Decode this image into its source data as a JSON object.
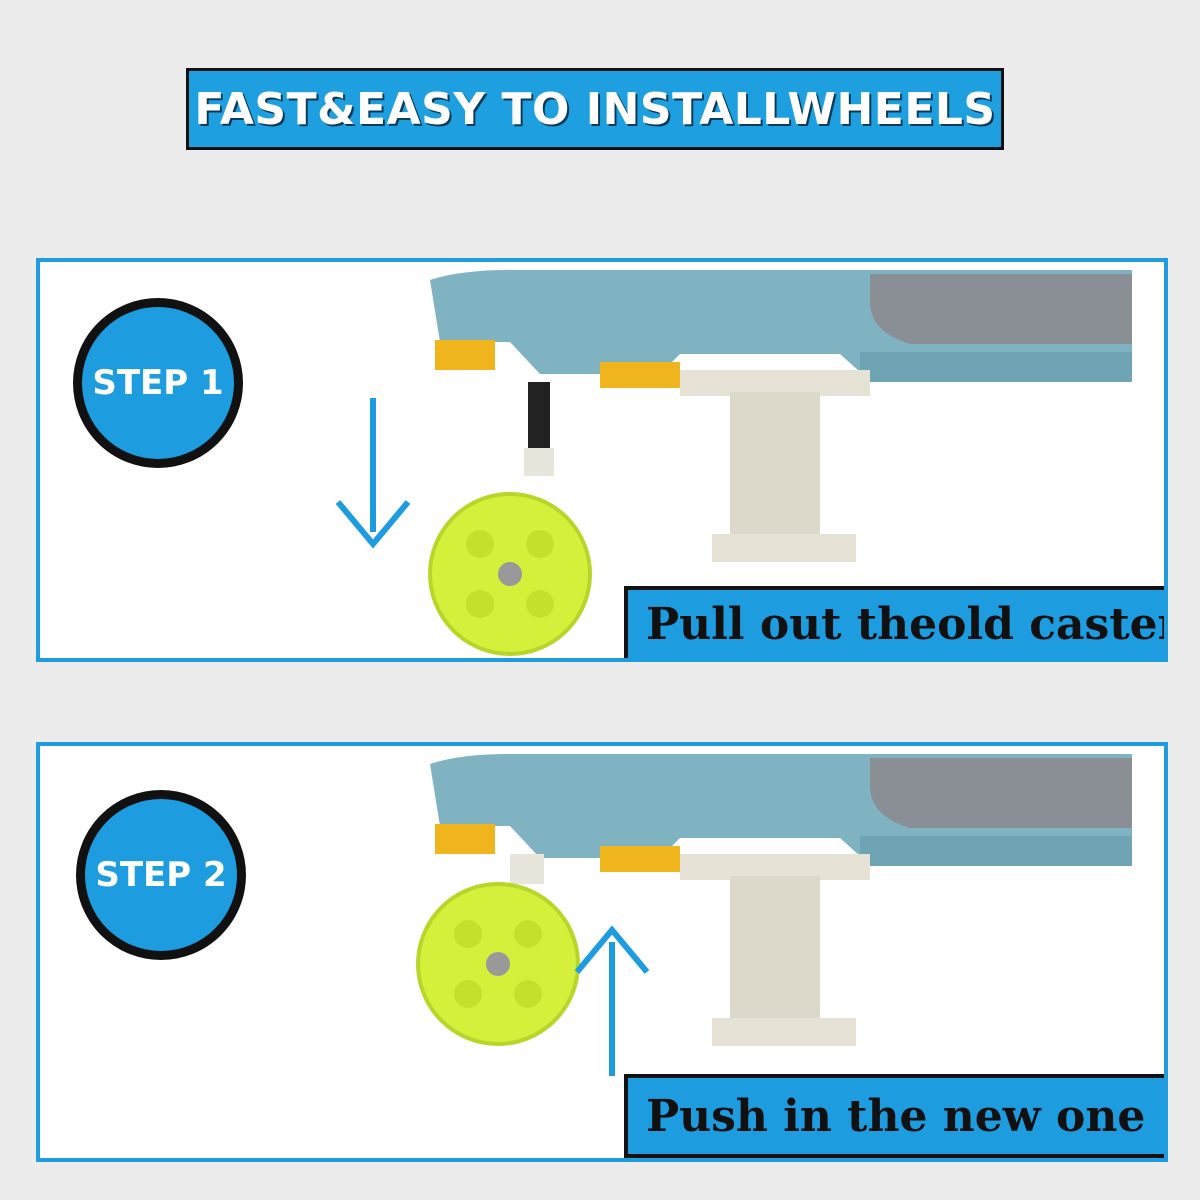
{
  "header": {
    "title": "FAST&EASY TO INSTALLWHEELS"
  },
  "steps": [
    {
      "label": "STEP 1",
      "caption": "Pull out theold caster",
      "arrow": "down-arrow"
    },
    {
      "label": "STEP 2",
      "caption": "Push in the new one",
      "arrow": "up-arrow"
    }
  ],
  "colors": {
    "accent": "#1e9ce0",
    "background": "#ececec",
    "wheel": "#d4f03a",
    "walker": "#7fb3c2"
  }
}
